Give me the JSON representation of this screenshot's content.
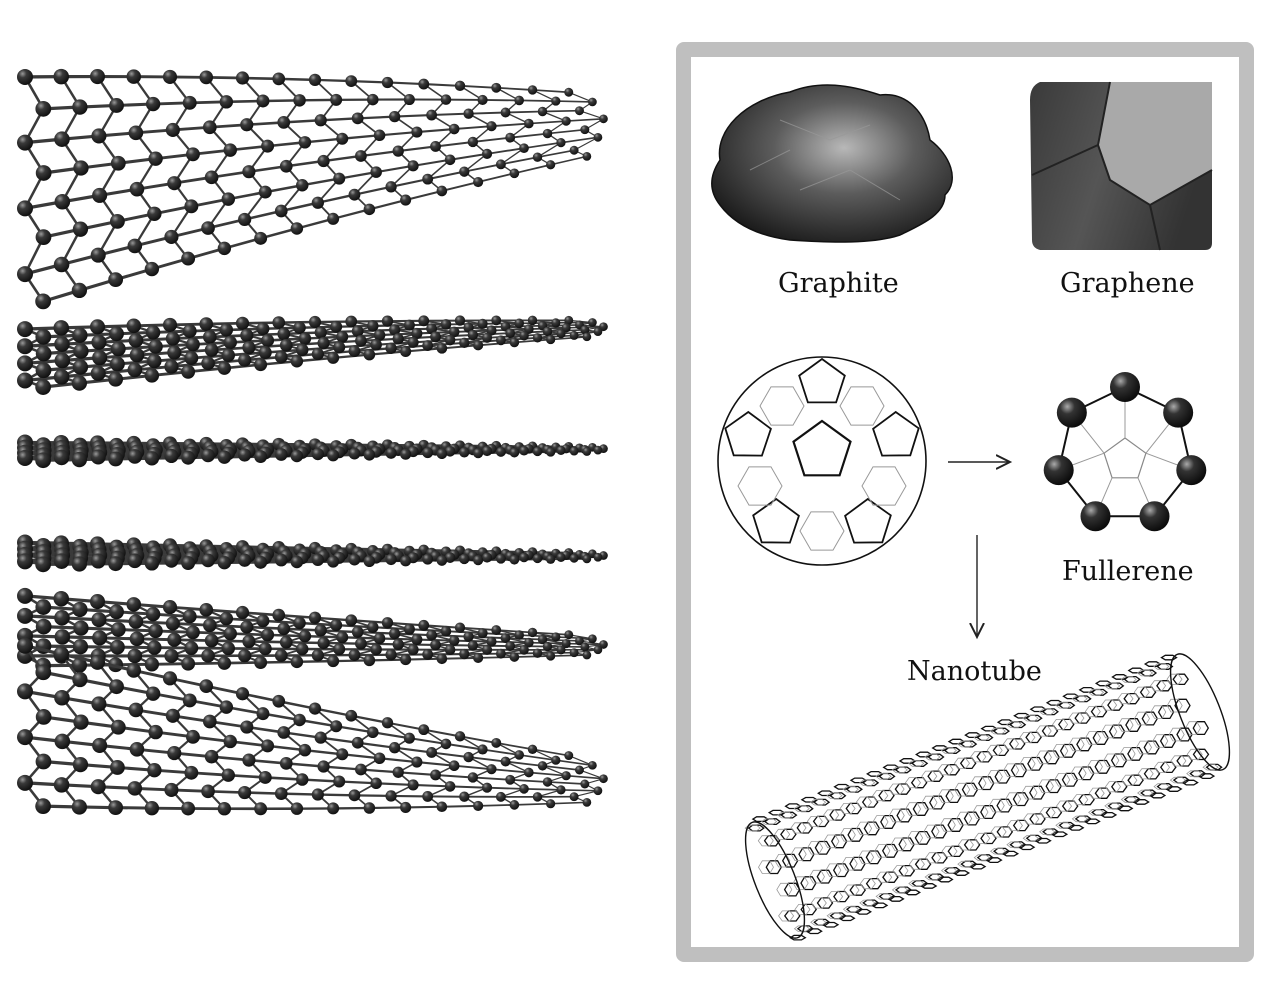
{
  "labels": {
    "graphite": "Graphite",
    "graphene": "Graphene",
    "fullerene": "Fullerene",
    "nanotube": "Nanotube"
  },
  "colors": {
    "panel_border": "#bfbfbf",
    "atom": "#2b2b2b",
    "bond": "#3a3a3a"
  },
  "layer_count": 6
}
